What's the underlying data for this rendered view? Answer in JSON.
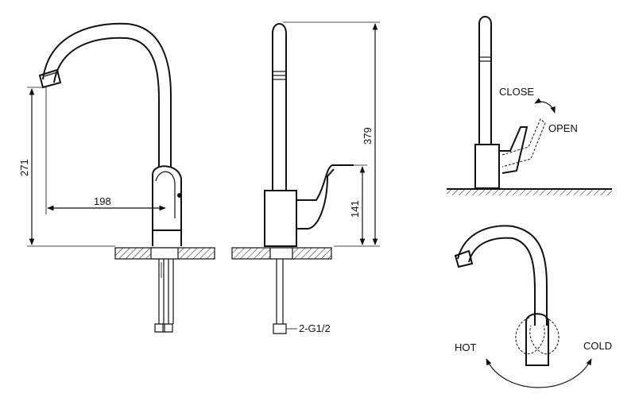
{
  "dimensions": {
    "reach": "198",
    "spout_height": "271",
    "total_height": "379",
    "lever_height": "141"
  },
  "labels": {
    "connection": "2-G1/2",
    "close": "CLOSE",
    "open": "OPEN",
    "hot": "HOT",
    "cold": "COLD"
  }
}
